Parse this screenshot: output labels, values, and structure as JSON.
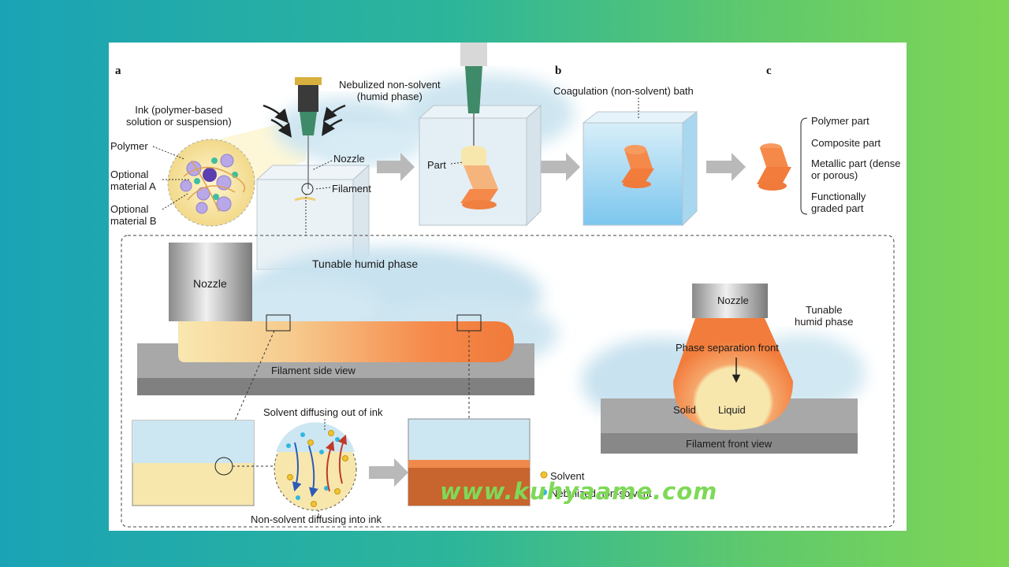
{
  "panel_labels": {
    "a": "a",
    "b": "b",
    "c": "c"
  },
  "ink_box": {
    "title": "Ink (polymer-based\nsolution or suspension)",
    "polymer": "Polymer",
    "optional_a": "Optional\nmaterial A",
    "optional_b": "Optional\nmaterial B"
  },
  "step_a": {
    "nebulized": "Nebulized non-solvent\n(humid phase)",
    "nozzle": "Nozzle",
    "filament": "Filament",
    "part": "Part"
  },
  "step_b": {
    "bath": "Coagulation (non-solvent) bath"
  },
  "step_c": {
    "items": [
      "Polymer part",
      "Composite part",
      "Metallic part (dense\nor porous)",
      "Functionally\ngraded part"
    ]
  },
  "side_view": {
    "nozzle": "Nozzle",
    "humid": "Tunable humid phase",
    "caption": "Filament side view"
  },
  "diffusion": {
    "out_label": "Solvent diffusing out of ink",
    "in_label": "Non-solvent diffusing into ink",
    "legend": {
      "solvent": "Solvent",
      "non_solvent": "Nebulized non-solvent"
    }
  },
  "front_view": {
    "nozzle": "Nozzle",
    "humid": "Tunable\nhumid phase",
    "front": "Phase separation front",
    "solid": "Solid",
    "liquid": "Liquid",
    "caption": "Filament front view"
  },
  "watermark": "www.kuhyaame.com",
  "colors": {
    "filament_orange": "#f5894a",
    "ink_yellow": "#f7e7ad",
    "mist_blue": "#bfe0ee",
    "nozzle_green": "#3f8a69"
  }
}
